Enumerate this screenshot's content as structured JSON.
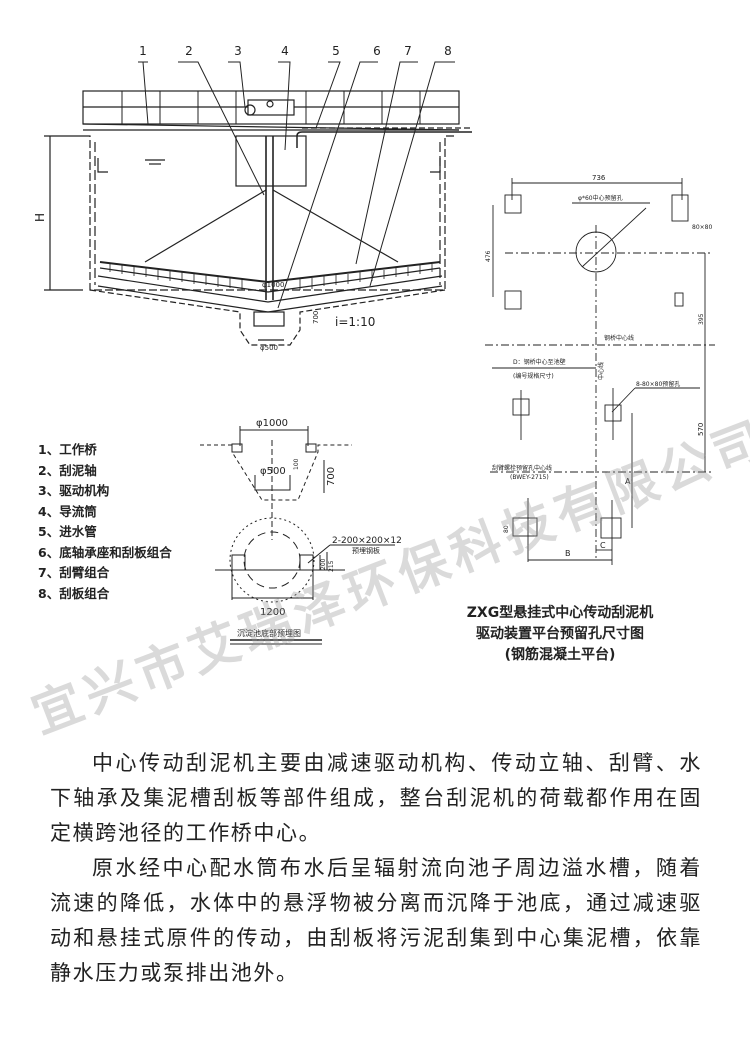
{
  "main_drawing": {
    "callouts": [
      "1",
      "2",
      "3",
      "4",
      "5",
      "6",
      "7",
      "8"
    ],
    "height_label": "H",
    "slope_label": "i=1:10",
    "dim_1000": "φ1000",
    "dim_700": "700",
    "dim_500": "φ500"
  },
  "legend": [
    "1、工作桥",
    "2、刮泥轴",
    "3、驱动机构",
    "4、导流筒",
    "5、进水管",
    "6、底轴承座和刮板组合",
    "7、刮臂组合",
    "8、刮板组合"
  ],
  "bottom_drawing": {
    "dim_1000": "φ1000",
    "dim_500": "φ500",
    "dim_700": "700",
    "dim_100": "100",
    "plate_label": "2-200×200×12",
    "plate_sub": "预埋钢板",
    "dim_200": "200",
    "dim_215": "215",
    "dim_1200": "1200",
    "caption": "沉淀池底部预埋图"
  },
  "right_drawing": {
    "dim_736": "736",
    "hole_label": "φ*60中心预留孔",
    "dim_80x80": "80×80",
    "dim_side": "476",
    "dim_395": "395",
    "bridge_center": "钢桥中心线",
    "d_label": "D：钢桥中心至池壁",
    "d_sub": "(编号规格尺寸)",
    "center_line": "中心线",
    "holes_label": "8-80×80预留孔",
    "dim_570": "570",
    "arm_center": "刮臂螺栓预留孔中心线",
    "model": "(BWEY-2715)",
    "dim_80": "80",
    "A": "A",
    "B": "B",
    "C": "C"
  },
  "drawing_title": [
    "ZXG型悬挂式中心传动刮泥机",
    "驱动装置平台预留孔尺寸图",
    "(钢筋混凝土平台)"
  ],
  "watermark": "宜兴市艾瑞泽环保科技有限公司",
  "description": [
    "中心传动刮泥机主要由减速驱动机构、传动立轴、刮臂、水下轴承及集泥槽刮板等部件组成，整台刮泥机的荷载都作用在固定横跨池径的工作桥中心。",
    "原水经中心配水筒布水后呈辐射流向池子周边溢水槽，随着流速的降低，水体中的悬浮物被分离而沉降于池底，通过减速驱动和悬挂式原件的传动，由刮板将污泥刮集到中心集泥槽，依靠静水压力或泵排出池外。"
  ]
}
